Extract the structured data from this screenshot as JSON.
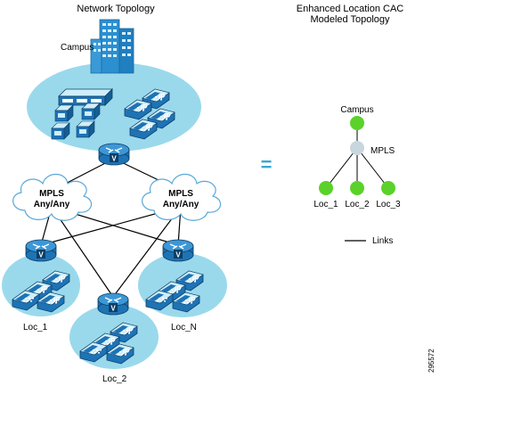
{
  "left": {
    "title": "Network Topology",
    "campus_label": "Campus",
    "clouds": [
      {
        "line1": "MPLS",
        "line2": "Any/Any"
      },
      {
        "line1": "MPLS",
        "line2": "Any/Any"
      }
    ],
    "sites": [
      "Loc_1",
      "Loc_2",
      "Loc_N"
    ],
    "phone_label": "IP",
    "router_label": "V"
  },
  "equals_sign": "=",
  "right": {
    "title_line1": "Enhanced Location CAC",
    "title_line2": "Modeled Topology",
    "campus": "Campus",
    "mpls": "MPLS",
    "locations": [
      "Loc_1",
      "Loc_2",
      "Loc_3"
    ],
    "legend_label": "Links"
  },
  "figure_id": "295572",
  "colors": {
    "site_fill": "#9ad9ec",
    "device_blue": "#1e73b5",
    "node_green": "#5ad22a",
    "node_grey": "#c8d6de",
    "equals": "#39a6d6"
  }
}
